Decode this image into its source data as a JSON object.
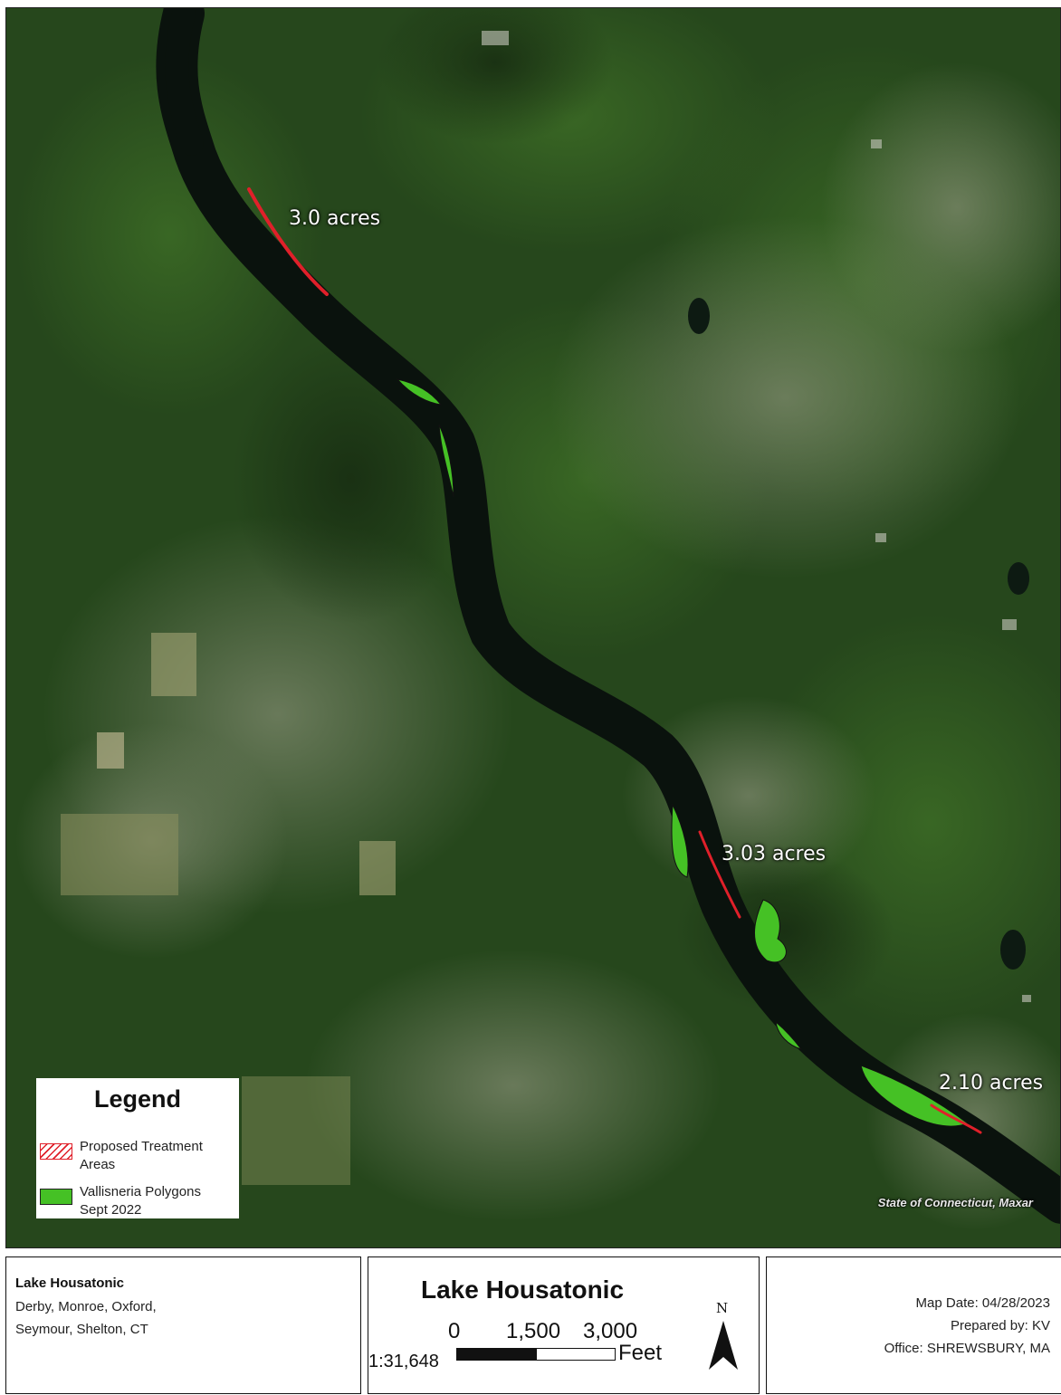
{
  "map": {
    "annotations": [
      "3.0 acres",
      "3.03 acres",
      "2.10 acres"
    ],
    "attribution": "State of Connecticut, Maxar",
    "colors": {
      "forest": "#26471c",
      "river": "#0a120d",
      "treatment": "#e0202a",
      "vallisneria": "#45c125"
    }
  },
  "legend": {
    "title": "Legend",
    "items": [
      {
        "label": "Proposed Treatment Areas",
        "icon": "red-hatched-square"
      },
      {
        "label": "Vallisneria Polygons Sept 2022",
        "icon": "green-square"
      }
    ]
  },
  "info": {
    "title": "Lake Housatonic",
    "lines": [
      "Derby,  Monroe,  Oxford,",
      "Seymour, Shelton, CT"
    ]
  },
  "title_panel": {
    "title": "Lake Housatonic",
    "scale_ratio": "1:31,648",
    "scale_ticks": [
      "0",
      "1,500",
      "3,000"
    ],
    "scale_units": "Feet",
    "north_label": "N"
  },
  "meta": {
    "date": "Map Date: 04/28/2023",
    "prepared": "Prepared by: KV",
    "office": "Office: SHREWSBURY, MA"
  }
}
